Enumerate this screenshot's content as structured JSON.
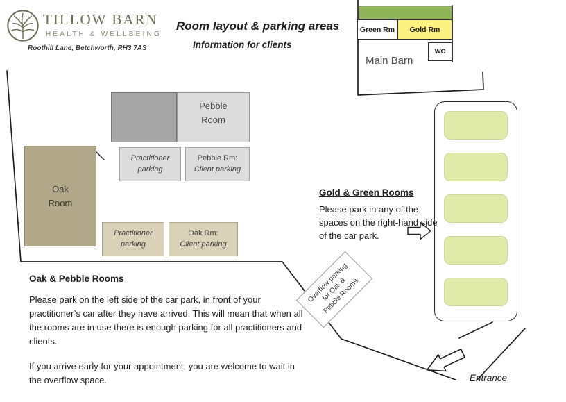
{
  "brand": {
    "name": "TILLOW BARN",
    "tagline": "HEALTH & WELLBEING",
    "address": "Roothill Lane, Betchworth, RH3 7AS"
  },
  "header": {
    "title": "Room layout & parking areas",
    "subtitle": "Information for clients"
  },
  "main_barn": {
    "label": "Main Barn",
    "green_room": "Green Rm",
    "gold_room": "Gold Rm",
    "wc": "WC"
  },
  "rooms": {
    "pebble": "Pebble Room",
    "oak": "Oak Room"
  },
  "parking": {
    "practitioner_pebble": "Practitioner parking",
    "pebble_client": {
      "room": "Pebble Rm:",
      "label": "Client parking"
    },
    "practitioner_oak": "Practitioner parking",
    "oak_client": {
      "room": "Oak Rm:",
      "label": "Client parking"
    },
    "overflow": {
      "line1": "Overflow parking",
      "line2": "for Oak &",
      "line3": "Pebble Rooms"
    },
    "spaces_count": 5
  },
  "notes": {
    "gold_green": {
      "heading": "Gold & Green Rooms",
      "body": "Please park in any of the spaces on the right-hand side of the car park."
    },
    "oak_pebble": {
      "heading": "Oak & Pebble Rooms",
      "para1": "Please park on the left side of the car park, in front of your practitioner’s car after they have arrived. This will mean that when all the rooms are in use there is enough parking for all practitioners and clients.",
      "para2": "If you arrive early for your appointment, you are welcome to wait in the overflow space."
    },
    "entrance": "Entrance"
  },
  "colors": {
    "brand_green": "#657054",
    "barn_green": "#8fb457",
    "gold_room": "#fbf282",
    "parking_space": "#e0ebaa",
    "oak_room": "#b1a88a",
    "oak_parking": "#d9d2b9",
    "gray_building": "#a6a6a6",
    "light_gray": "#dcdcdc"
  }
}
